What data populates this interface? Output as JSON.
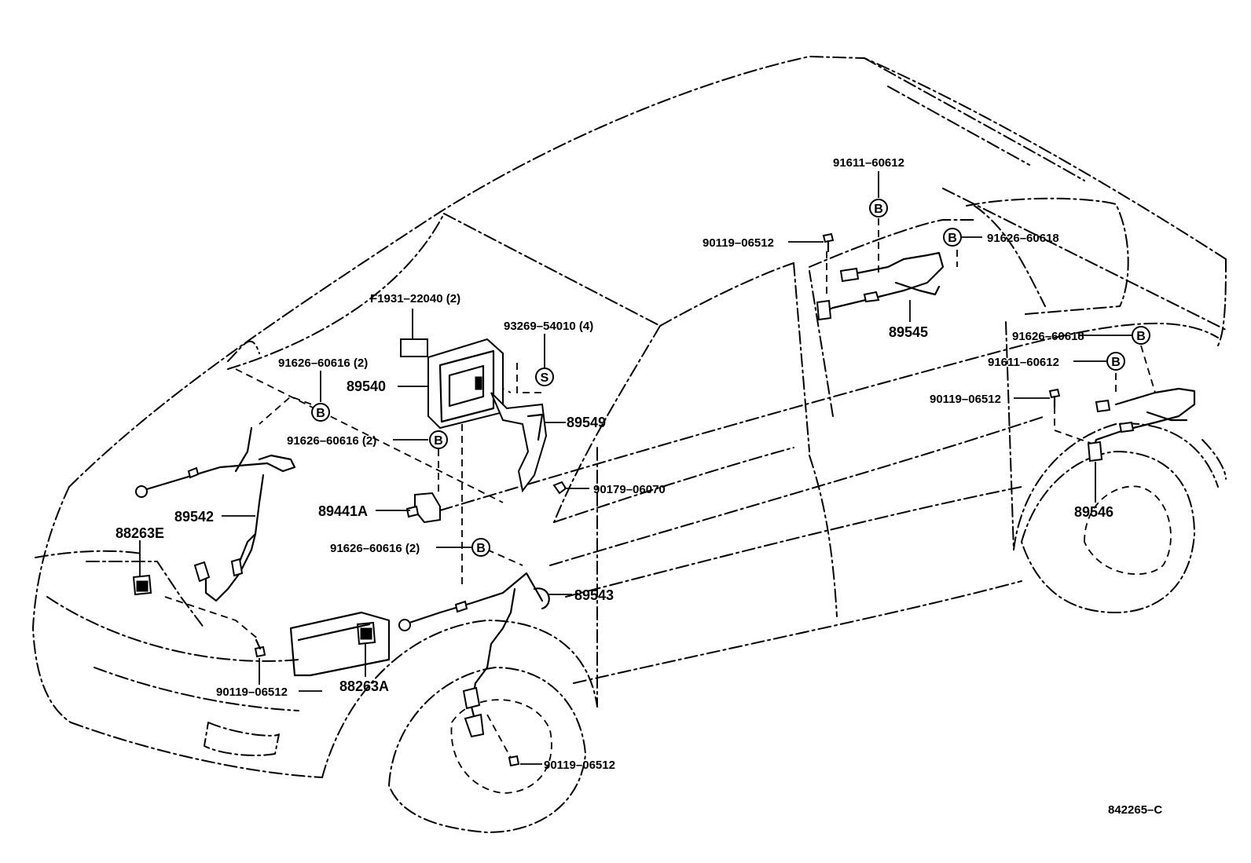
{
  "labels": {
    "f1931": "F1931–22040 (2)",
    "p93269": "93269–54010 (4)",
    "p91626_a": "91626–60616 (2)",
    "p89540": "89540",
    "p91626_b": "91626–60616 (2)",
    "p89549": "89549",
    "p90179": "90179–06070",
    "p89441a": "89441A",
    "p89542": "89542",
    "p88263e": "88263E",
    "p91626_c": "91626–60616 (2)",
    "p89543": "89543",
    "p90119_front": "90119–06512",
    "p88263a": "88263A",
    "p90119_wheel": "90119–06512",
    "p91611_top": "91611–60612",
    "p90119_rr": "90119–06512",
    "p91626_618_top": "91626–60618",
    "p89545": "89545",
    "p91626_618_r": "91626–60618",
    "p91611_r": "91611–60612",
    "p90119_rl": "90119–06512",
    "p89546": "89546",
    "ref_code": "842265–C"
  },
  "marks": {
    "bolt": "B",
    "screw": "S"
  }
}
